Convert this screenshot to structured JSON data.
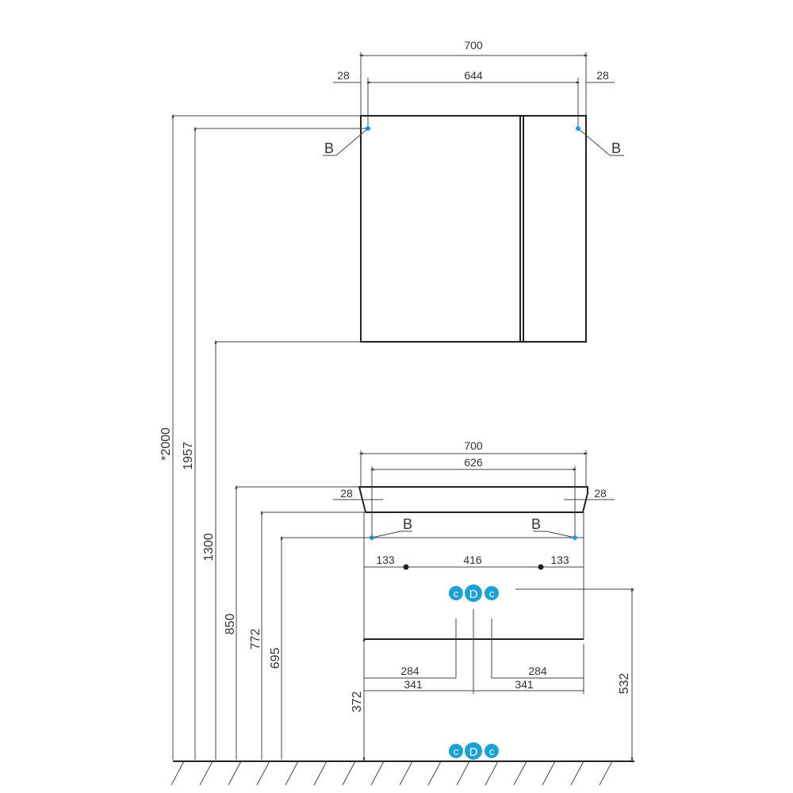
{
  "mirror": {
    "dims": {
      "overall_width": "700",
      "inner_width": "644",
      "left_offset": "28",
      "right_offset": "28"
    },
    "labels": {
      "mount_left": "B",
      "mount_right": "B"
    }
  },
  "vanity": {
    "dims": {
      "overall_width": "700",
      "inner_width": "626",
      "left_offset": "28",
      "right_offset": "28",
      "left_edge": "133",
      "center_span": "416",
      "right_edge": "133",
      "left_inner": "284",
      "right_inner": "284",
      "left_outer": "341",
      "right_outer": "341"
    },
    "labels": {
      "mount_left": "B",
      "mount_right": "B"
    }
  },
  "heights": {
    "total": "*2000",
    "mirror_top": "1957",
    "mirror_bottom": "1300",
    "vanity_top": "850",
    "vanity_underside": "772",
    "mount_height": "695",
    "cabinet_bottom": "372",
    "connections": "532"
  },
  "utility_symbol": {
    "left": "c",
    "center": "D",
    "right": "c",
    "color": "#1ba1d6"
  },
  "colors": {
    "line": "#333333",
    "mount_point": "#1ba1d6"
  }
}
